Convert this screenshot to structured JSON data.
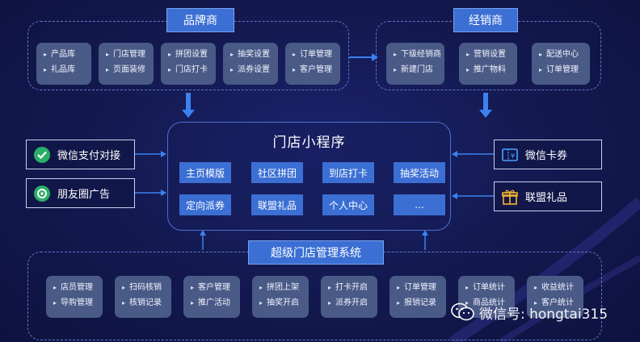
{
  "brand": {
    "title": "品牌商",
    "cards": [
      [
        "产品库",
        "礼品库"
      ],
      [
        "门店管理",
        "页面装修"
      ],
      [
        "拼团设置",
        "门店打卡"
      ],
      [
        "抽奖设置",
        "派券设置"
      ],
      [
        "订单管理",
        "客户管理"
      ]
    ]
  },
  "dealer": {
    "title": "经销商",
    "cards": [
      [
        "下级经销商",
        "新建门店"
      ],
      [
        "营销设置",
        "推广物料"
      ],
      [
        "配送中心",
        "订单管理"
      ]
    ]
  },
  "center": {
    "title": "门店小程序",
    "tiles": [
      "主页模版",
      "社区拼团",
      "到店打卡",
      "抽奖活动",
      "定向派券",
      "联盟礼品",
      "个人中心",
      "..."
    ]
  },
  "left": [
    "微信支付对接",
    "朋友圈广告"
  ],
  "right": [
    "微信卡券",
    "联盟礼品"
  ],
  "system": {
    "title": "超级门店管理系统",
    "cards": [
      [
        "店员管理",
        "导购管理"
      ],
      [
        "扫码核销",
        "核销记录"
      ],
      [
        "客户管理",
        "推广活动"
      ],
      [
        "拼团上架",
        "抽奖开启"
      ],
      [
        "打卡开启",
        "派券开启"
      ],
      [
        "订单管理",
        "报销记录"
      ],
      [
        "订单统计",
        "商品统计"
      ],
      [
        "收益统计",
        "客户统计"
      ]
    ]
  },
  "watermark": "微信号: hongtai315",
  "colors": {
    "accent": "#3b6fd4",
    "card": "#4a5a86",
    "background": "#141a52"
  }
}
